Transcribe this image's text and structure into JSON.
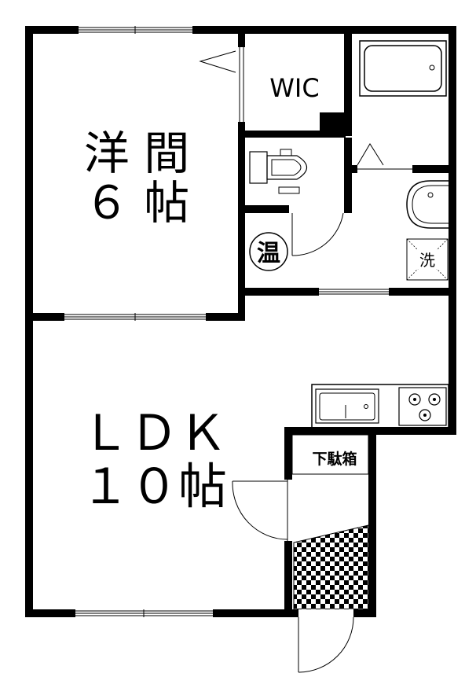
{
  "rooms": {
    "western_room": {
      "line1": "洋 間",
      "line2": "６ 帖"
    },
    "ldk": {
      "line1": "ＬＤＫ",
      "line2": "１０帖"
    },
    "wic": "WIC",
    "shoe_cabinet": "下駄箱"
  },
  "fixtures": {
    "water_heater": "温",
    "washer": "洗"
  },
  "colors": {
    "wall": "#000000",
    "background": "#ffffff"
  }
}
